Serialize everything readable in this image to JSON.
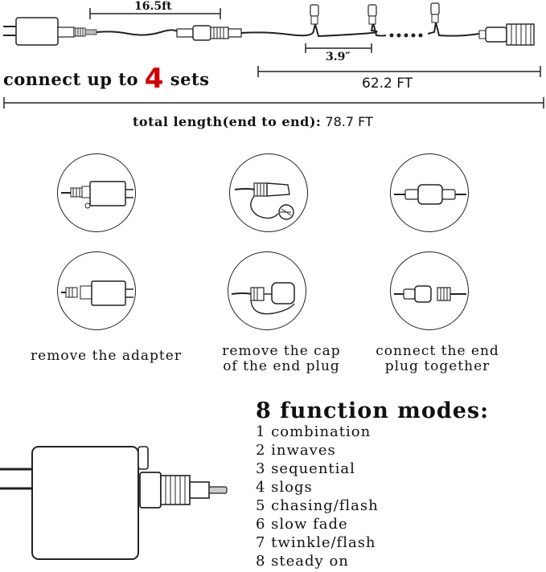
{
  "diagram": {
    "lead_length": "16.5ft",
    "bulb_spacing": "3.9″",
    "string_length": "62.2 FT",
    "headline_prefix": "connect up to",
    "headline_number": "4",
    "headline_suffix": "sets",
    "total_label": "total length(end to end):",
    "total_value": "78.7 FT"
  },
  "steps": [
    {
      "caption_lines": [
        "remove the adapter"
      ]
    },
    {
      "caption_lines": [
        "remove the cap",
        "of the end plug"
      ]
    },
    {
      "caption_lines": [
        "connect the end",
        "plug together"
      ]
    }
  ],
  "modes": {
    "title": "8 function modes:",
    "items": [
      "1 combination",
      "2 inwaves",
      "3 sequential",
      "4 slogs",
      "5 chasing/flash",
      "6 slow fade",
      "7 twinkle/flash",
      "8 steady on"
    ]
  }
}
